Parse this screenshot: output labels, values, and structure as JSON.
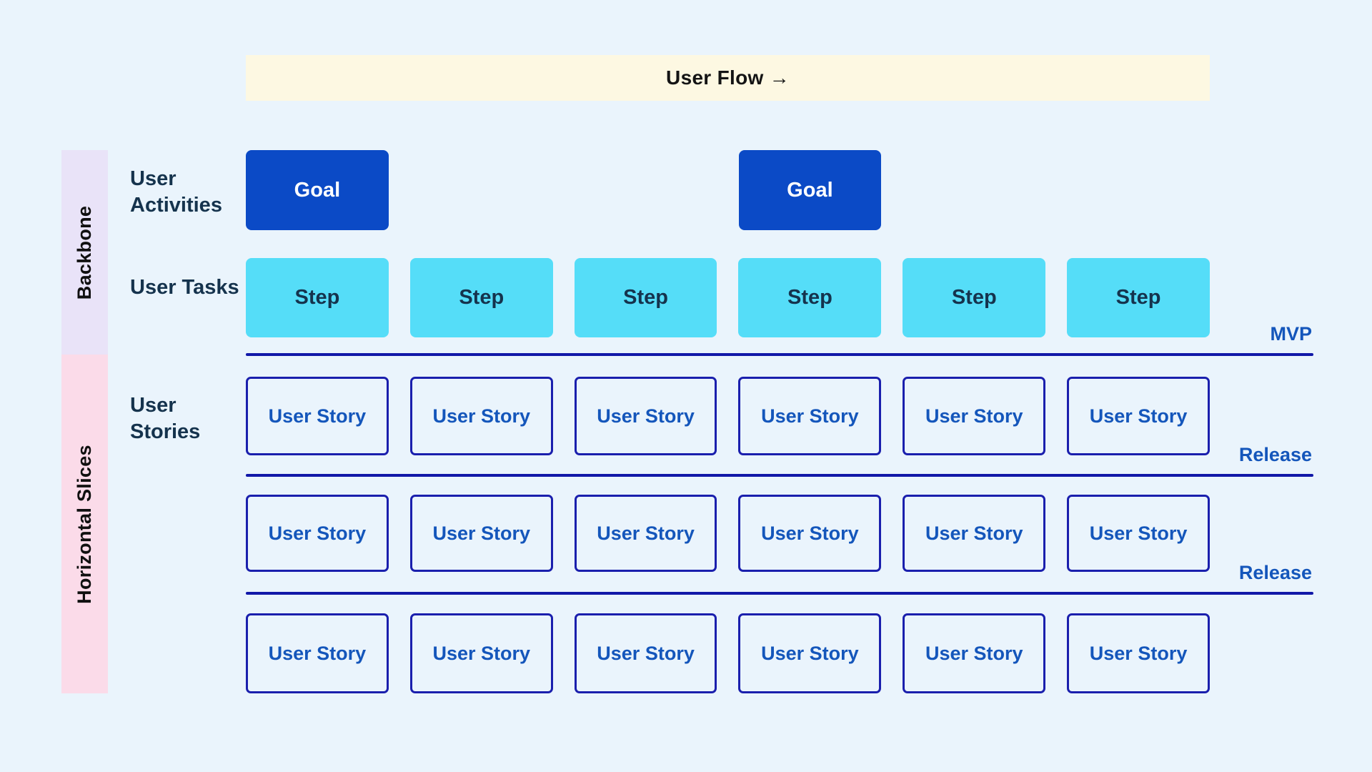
{
  "banner": {
    "label": "User Flow →"
  },
  "bands": {
    "backbone": {
      "label": "Backbone"
    },
    "horizontal_slices": {
      "label": "Horizontal Slices"
    }
  },
  "rows": {
    "user_activities": {
      "label": "User Activities"
    },
    "user_tasks": {
      "label": "User Tasks"
    },
    "user_stories": {
      "label": "User Stories"
    }
  },
  "cards": {
    "goal": "Goal",
    "step": "Step",
    "user_story": "User Story"
  },
  "milestones": {
    "mvp": "MVP",
    "release": "Release"
  },
  "structure": {
    "goal_columns": [
      1,
      4
    ],
    "step_count": 6,
    "story_rows": 3,
    "story_columns": 6
  },
  "colors": {
    "page_background": "#EAF4FC",
    "banner_background": "#FDF8E2",
    "banner_text": "#141414",
    "backbone_band": "#E9E3F8",
    "slices_band": "#FBDBE9",
    "goal_fill": "#0B4AC6",
    "goal_text": "#FFFFFF",
    "step_fill": "#55DDF8",
    "step_text": "#15334D",
    "story_border": "#1A1FAD",
    "story_text": "#1456BB",
    "divider_line": "#1118A8",
    "milestone_text": "#1456BB",
    "row_label_text": "#15334D"
  }
}
